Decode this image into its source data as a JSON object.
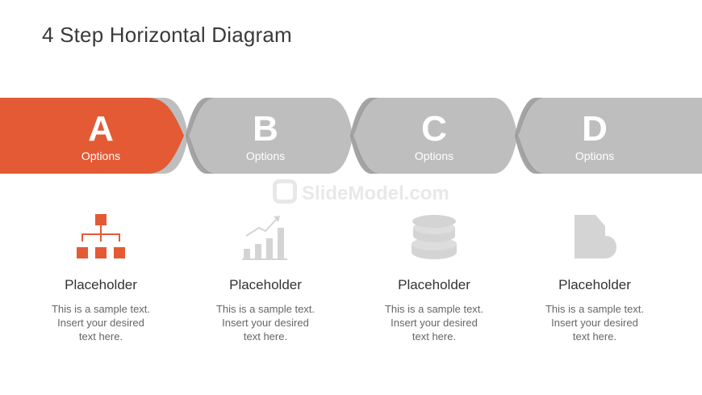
{
  "title": "4 Step Horizontal Diagram",
  "colors": {
    "accent": "#E35A35",
    "band": "#BEBEBE",
    "band_shadow": "#9A9A9A",
    "icon_gray": "#D4D4D4"
  },
  "watermark": "SlideModel.com",
  "steps": [
    {
      "letter": "A",
      "option": "Options",
      "icon": "org-chart-icon",
      "heading": "Placeholder",
      "text": "This is a sample text.\nInsert your desired\ntext here."
    },
    {
      "letter": "B",
      "option": "Options",
      "icon": "growth-chart-icon",
      "heading": "Placeholder",
      "text": "This is a sample text.\nInsert your desired\ntext here."
    },
    {
      "letter": "C",
      "option": "Options",
      "icon": "coin-stack-icon",
      "heading": "Placeholder",
      "text": "This is a sample text.\nInsert your desired\ntext here."
    },
    {
      "letter": "D",
      "option": "Options",
      "icon": "document-icon",
      "heading": "Placeholder",
      "text": "This is a sample text.\nInsert your desired\ntext here."
    }
  ]
}
